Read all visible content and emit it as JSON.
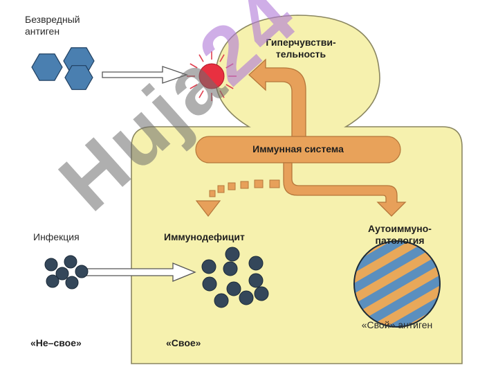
{
  "labels": {
    "harmless_antigen": "Безвредный антиген",
    "hypersensitivity": "Гиперчувстви-\nтельность",
    "immune_system": "Иммунная система",
    "infection": "Инфекция",
    "immunodeficiency": "Иммунодефицит",
    "autoimmune": "Аутоиммуно-\nпатология",
    "self_antigen": "«Свой» антиген",
    "not_self": "«Не–свое»",
    "self": "«Свое»"
  },
  "watermark": {
    "main": "Huja",
    "accent": "24"
  },
  "colors": {
    "body_fill": "#f6f1ae",
    "body_stroke": "#8a8660",
    "immune_band": "#e8a25a",
    "arrow_fill": "#e7a05a",
    "arrow_stroke": "#b5763a",
    "antigen_blue": "#4a7fb0",
    "dot_dark": "#34475a",
    "stripe_blue": "#5b8fbe",
    "stripe_orange": "#e8a85a",
    "sun_red": "#e83040",
    "sun_rays": "#e04050"
  }
}
